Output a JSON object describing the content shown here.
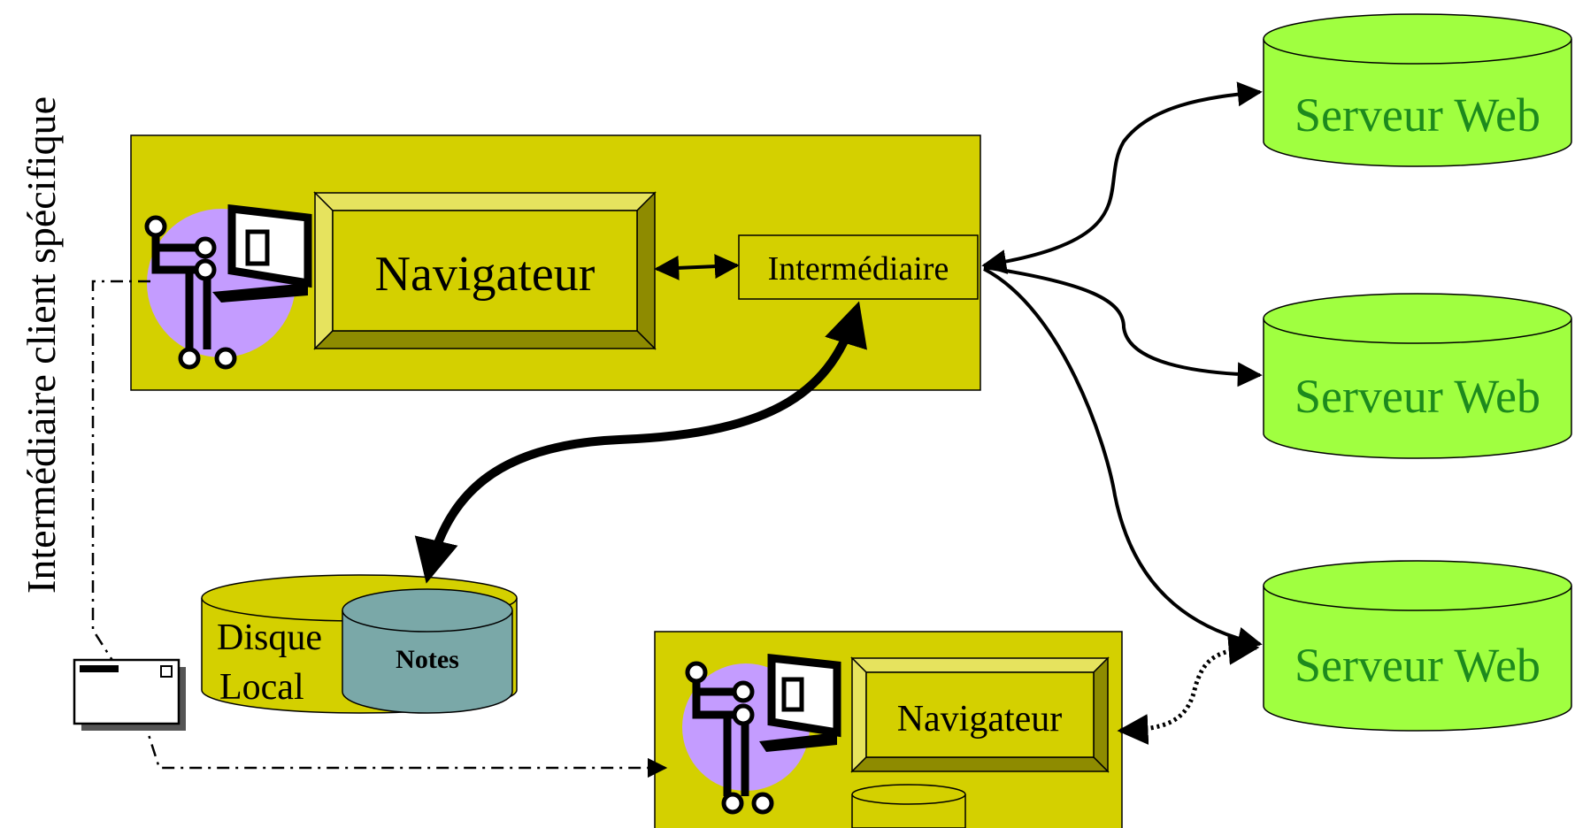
{
  "side_title": "Intermédiaire client spécifique",
  "main_station": {
    "browser_label": "Navigateur",
    "proxy_label": "Intermédiaire"
  },
  "local_disk": {
    "label_line1": "Disque",
    "label_line2": "Local",
    "notes_label": "Notes"
  },
  "remote_station": {
    "browser_label": "Navigateur"
  },
  "servers": [
    {
      "label": "Serveur Web"
    },
    {
      "label": "Serveur Web"
    },
    {
      "label": "Serveur Web"
    }
  ],
  "colors": {
    "station_fill": "#d4d000",
    "bevel_light": "#e6e35e",
    "bevel_dark": "#8e8b00",
    "server_fill": "#a0ff40",
    "server_text": "#1d8a1d",
    "notes_fill": "#7aa8a8",
    "person_circle": "#c49cff",
    "ink": "#000000"
  },
  "icons": [
    "user-computer-icon",
    "envelope-icon"
  ]
}
